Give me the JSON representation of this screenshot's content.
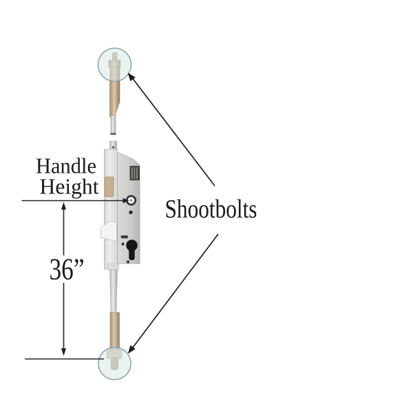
{
  "diagram": {
    "description": "Multipoint door lock with shootbolts - dimension callout diagram",
    "labels": {
      "handle_height_line1": "Handle",
      "handle_height_line2": "Height",
      "handle_height_value": "36”",
      "shootbolts": "Shootbolts"
    },
    "colors": {
      "background": "#ffffff",
      "text": "#1b1b1b",
      "annotation_line": "#222222",
      "highlight_circle_fill": "#d9eae8",
      "highlight_circle_stroke": "#86a2a6",
      "metal_light": "#e6e6e4",
      "metal_mid": "#cfcfcd",
      "metal_dark": "#46423c",
      "brass_bolt": "#c3ab8e",
      "cylinder_black": "#161616"
    }
  }
}
